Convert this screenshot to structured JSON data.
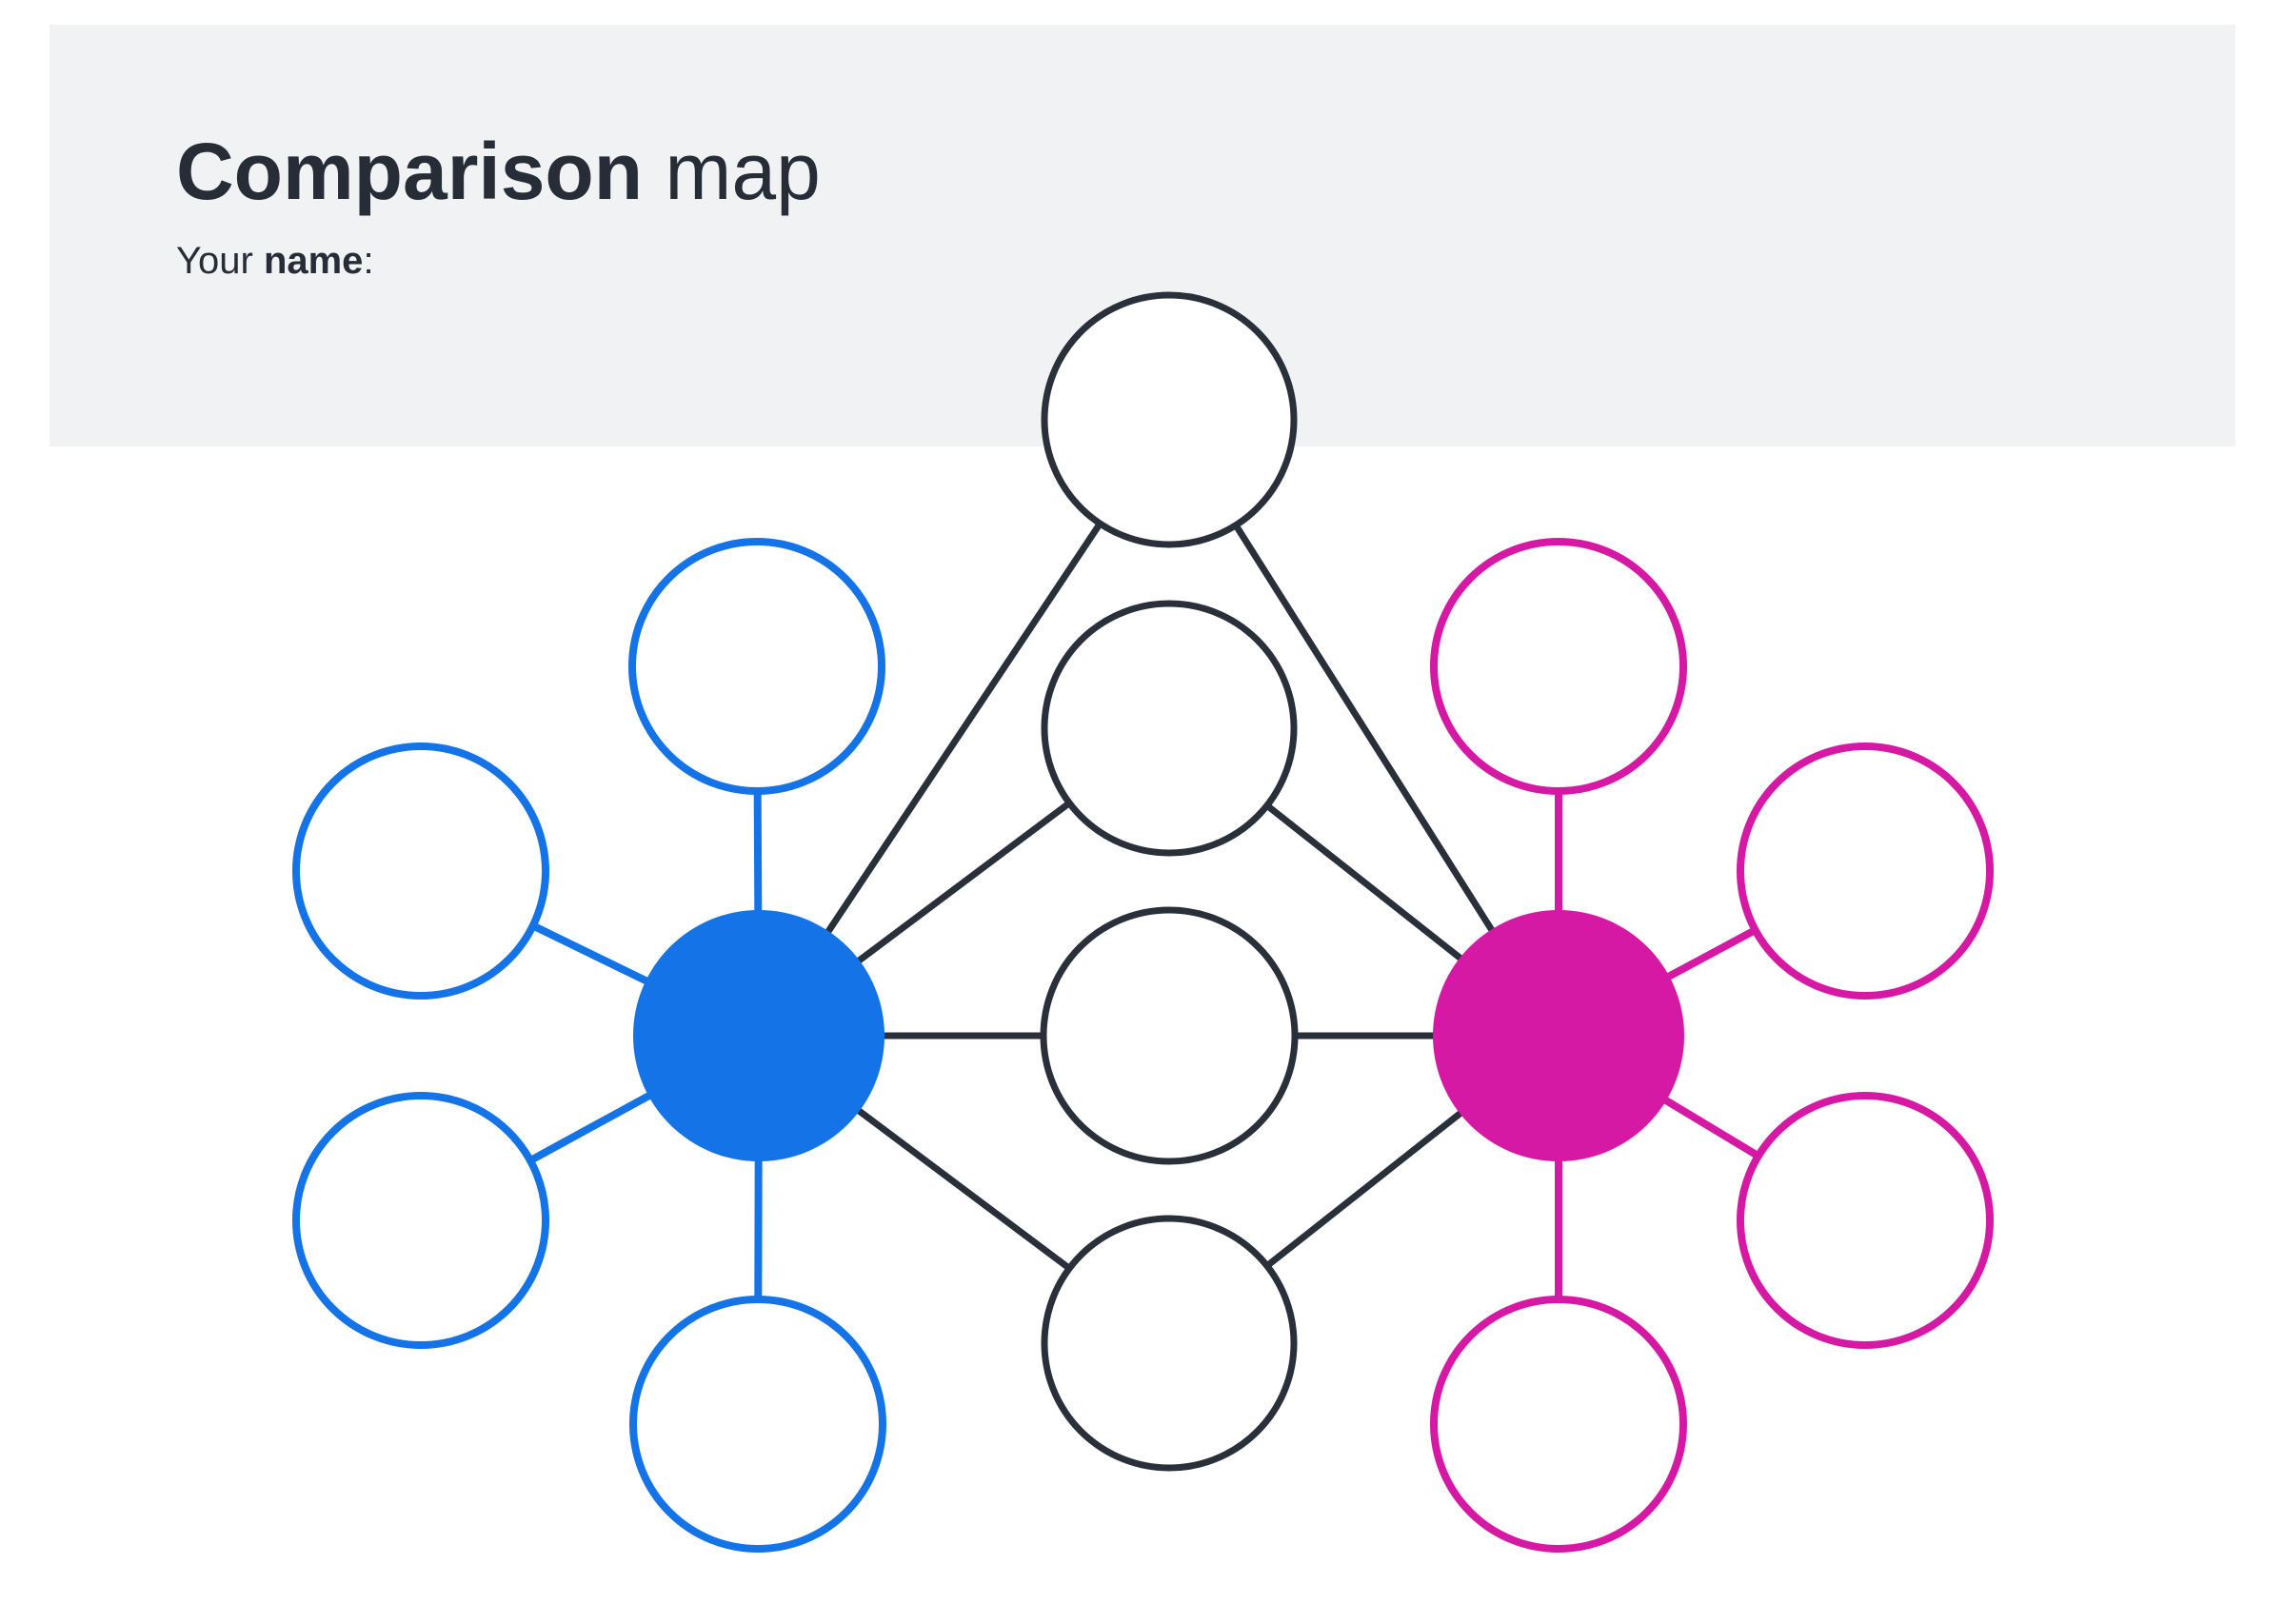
{
  "header": {
    "title": {
      "bold": "Comparison",
      "regular": " map"
    },
    "name_line": {
      "prefix": "Your ",
      "bold": "name",
      "suffix": ":"
    }
  },
  "colors": {
    "header_bg": "#f1f2f4",
    "text": "#272d37",
    "node_outline": "#2a3039",
    "left_accent": "#1473e6",
    "right_accent": "#d619a4",
    "node_fill": "#ffffff",
    "page_bg": "#ffffff"
  },
  "diagram": {
    "left_topic_label": "",
    "right_topic_label": "",
    "shared_node_labels": [
      "",
      "",
      "",
      ""
    ],
    "left_satellite_labels": [
      "",
      "",
      "",
      ""
    ],
    "right_satellite_labels": [
      "",
      "",
      "",
      ""
    ]
  }
}
